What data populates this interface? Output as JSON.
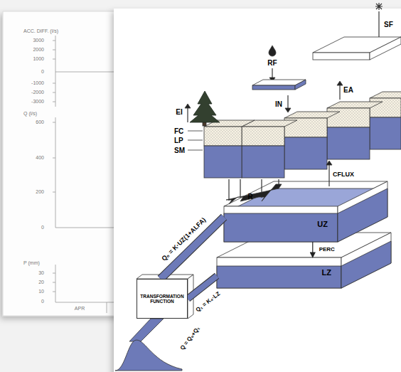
{
  "diagram": {
    "nodes": [
      {
        "text": [
          "UZ"
        ]
      },
      {
        "text": [
          "LZ"
        ]
      },
      {
        "text": [
          "TRANSFORMATION FUNCTION"
        ]
      }
    ],
    "edges": [
      {
        "from": 0,
        "to": 1,
        "label": "PERC",
        "arrow": "to"
      },
      {
        "from": 0,
        "to": 2,
        "label": "Q₀ = K·UZ(1+ALFA)",
        "arrow": "none"
      },
      {
        "from": 1,
        "to": 2,
        "label": "Q₁ = K₄·LZ",
        "arrow": "none"
      }
    ],
    "labels": [
      "ACC. DIFF. (l/s)",
      "3000",
      "2000",
      "1000",
      "0",
      "-1000",
      "-2000",
      "-3000",
      "Q (l/s)",
      "600",
      "400",
      "200",
      "0",
      "P (mm)",
      "30",
      "20",
      "10",
      "0",
      "APR",
      "SF",
      "RF",
      "EI",
      "IN",
      "EA",
      "FC",
      "LP",
      "SM",
      "CFLUX",
      "R",
      "Q = Q₀+Q₁"
    ]
  }
}
